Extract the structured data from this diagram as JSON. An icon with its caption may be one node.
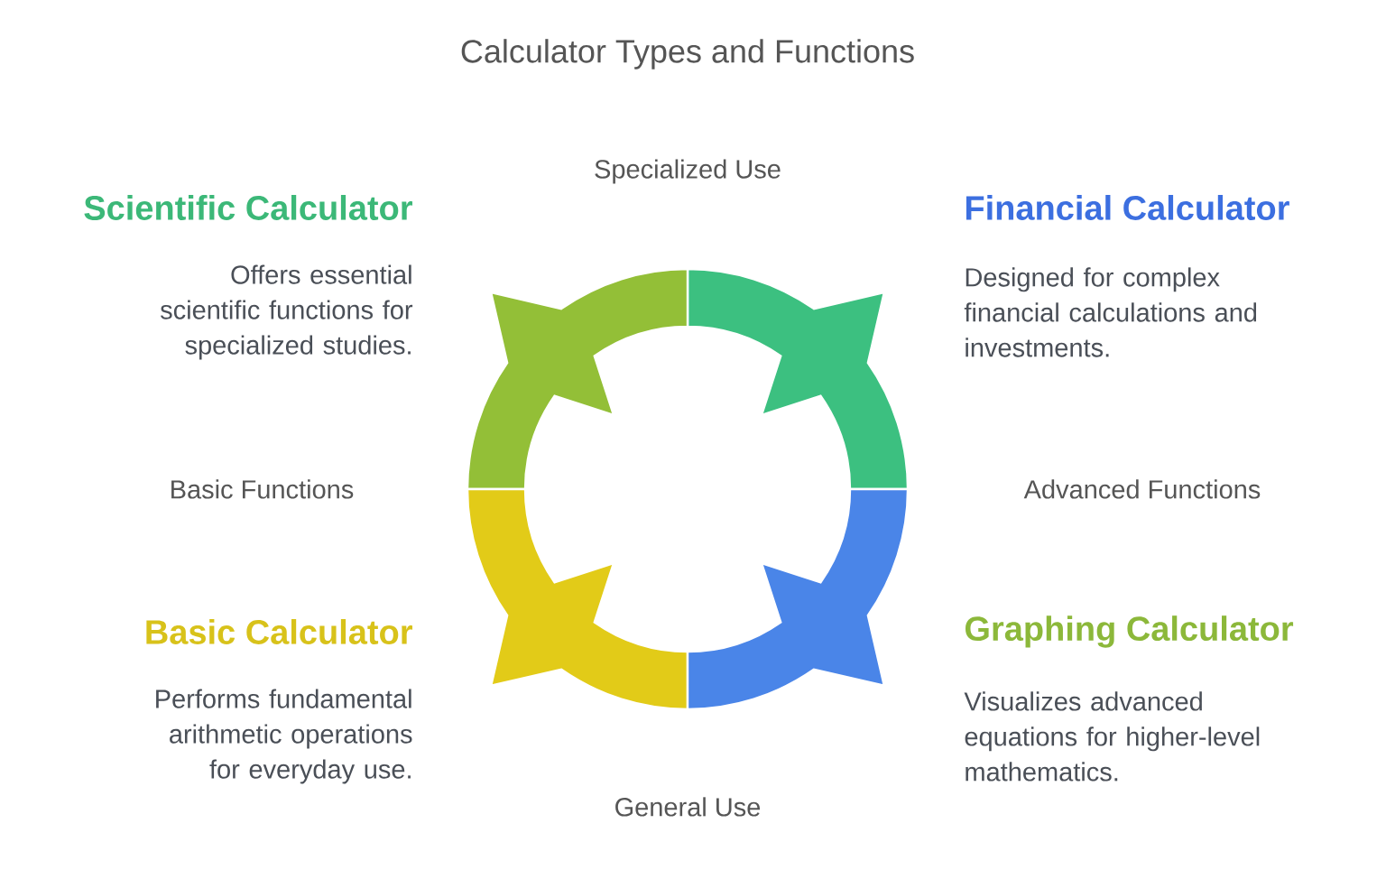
{
  "diagram": {
    "title": "Calculator Types and Functions",
    "labels": [
      "Specialized Use",
      "Scientific Calculator",
      "Financial Calculator",
      "Offers essential scientific functions for specialized studies.",
      "Designed for complex financial calculations and investments.",
      "Basic Functions",
      "Advanced Functions",
      "Basic Calculator",
      "Graphing Calculator",
      "Performs fundamental arithmetic operations for everyday use.",
      "Visualizes advanced equations for higher-level mathematics.",
      "General Use"
    ]
  }
}
